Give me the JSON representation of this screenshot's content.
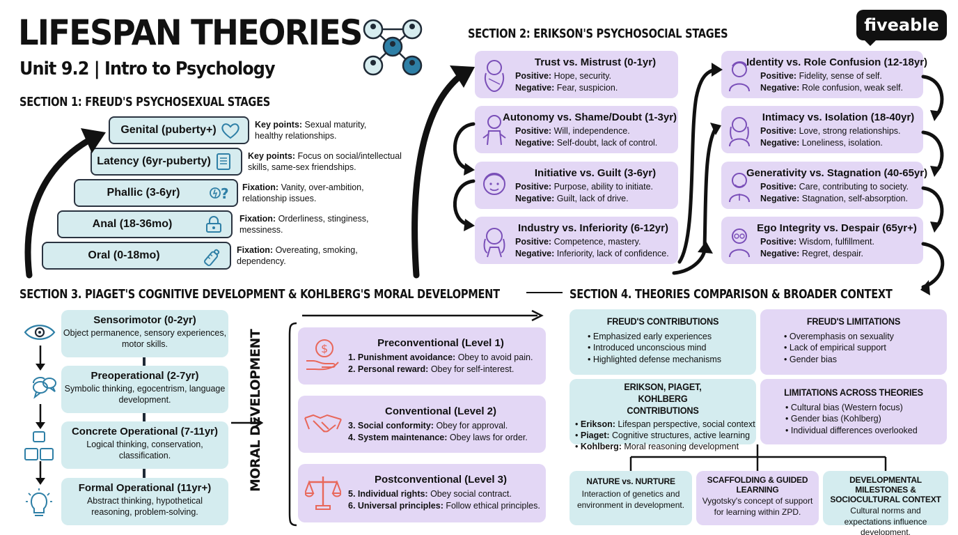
{
  "header": {
    "title": "LIFESPAN THEORIES",
    "subtitle": "Unit 9.2 | Intro to Psychology",
    "brand": "fiveable"
  },
  "freud": {
    "section_title": "SECTION 1: FREUD'S PSYCHOSEXUAL STAGES",
    "stages": [
      {
        "label": "Genital (puberty+)",
        "note_key": "Key points:",
        "note_text": "Sexual maturity, healthy relationships.",
        "icon": "heart-icon"
      },
      {
        "label": "Latency (6yr-puberty)",
        "note_key": "Key points:",
        "note_text": "Focus on social/intellectual skills, same-sex friendships.",
        "icon": "book-icon"
      },
      {
        "label": "Phallic (3-6yr)",
        "note_key": "Fixation:",
        "note_text": "Vanity, over-ambition, relationship issues.",
        "icon": "question-icon"
      },
      {
        "label": "Anal (18-36mo)",
        "note_key": "Fixation:",
        "note_text": "Orderliness, stinginess, messiness.",
        "icon": "lock-icon"
      },
      {
        "label": "Oral (0-18mo)",
        "note_key": "Fixation:",
        "note_text": "Overeating, smoking, dependency.",
        "icon": "bottle-icon"
      }
    ]
  },
  "erikson": {
    "section_title": "SECTION 2: ERIKSON'S PSYCHOSOCIAL STAGES",
    "pos_label": "Positive:",
    "neg_label": "Negative:",
    "left": [
      {
        "title": "Trust vs. Mistrust (0-1yr)",
        "positive": "Hope, security.",
        "negative": "Fear, suspicion."
      },
      {
        "title": "Autonomy vs. Shame/Doubt (1-3yr)",
        "positive": "Will, independence.",
        "negative": "Self-doubt, lack of control."
      },
      {
        "title": "Initiative vs. Guilt (3-6yr)",
        "positive": "Purpose, ability to initiate.",
        "negative": "Guilt, lack of drive."
      },
      {
        "title": "Industry vs. Inferiority (6-12yr)",
        "positive": "Competence, mastery.",
        "negative": "Inferiority, lack of confidence."
      }
    ],
    "right": [
      {
        "title": "Identity vs. Role Confusion (12-18yr)",
        "positive": "Fidelity, sense of self.",
        "negative": "Role confusion, weak self."
      },
      {
        "title": "Intimacy vs. Isolation (18-40yr)",
        "positive": "Love, strong relationships.",
        "negative": "Loneliness, isolation."
      },
      {
        "title": "Generativity vs. Stagnation (40-65yr)",
        "positive": "Care, contributing to society.",
        "negative": "Stagnation, self-absorption."
      },
      {
        "title": "Ego Integrity vs. Despair (65yr+)",
        "positive": "Wisdom, fulfillment.",
        "negative": "Regret, despair."
      }
    ]
  },
  "piaget": {
    "section_title": "SECTION 3. PIAGET'S COGNITIVE DEVELOPMENT & KOHLBERG'S MORAL DEVELOPMENT",
    "stages": [
      {
        "title": "Sensorimotor (0-2yr)",
        "desc": "Object permanence, sensory experiences, motor skills."
      },
      {
        "title": "Preoperational (2-7yr)",
        "desc": "Symbolic thinking, egocentrism, language development."
      },
      {
        "title": "Concrete Operational (7-11yr)",
        "desc": "Logical thinking, conservation, classification."
      },
      {
        "title": "Formal Operational (11yr+)",
        "desc": "Abstract thinking, hypothetical reasoning, problem-solving."
      }
    ]
  },
  "kohlberg": {
    "vertical_label": "MORAL DEVELOPMENT",
    "levels": [
      {
        "title": "Preconventional (Level 1)",
        "items": [
          {
            "key": "1. Punishment avoidance:",
            "text": "Obey to avoid pain."
          },
          {
            "key": "2. Personal reward:",
            "text": "Obey for self-interest."
          }
        ]
      },
      {
        "title": "Conventional (Level 2)",
        "items": [
          {
            "key": "3. Social conformity:",
            "text": "Obey for approval."
          },
          {
            "key": "4. System maintenance:",
            "text": "Obey laws for order."
          }
        ]
      },
      {
        "title": "Postconventional (Level 3)",
        "items": [
          {
            "key": "5. Individual rights:",
            "text": "Obey social contract."
          },
          {
            "key": "6. Universal principles:",
            "text": "Follow ethical principles."
          }
        ]
      }
    ]
  },
  "comparison": {
    "section_title": "SECTION 4. THEORIES COMPARISON & BROADER CONTEXT",
    "freud_contrib": {
      "title": "FREUD'S CONTRIBUTIONS",
      "items": [
        "Emphasized early experiences",
        "Introduced unconscious mind",
        "Highlighted defense mechanisms"
      ]
    },
    "freud_limits": {
      "title": "FREUD'S LIMITATIONS",
      "items": [
        "Overemphasis on sexuality",
        "Lack of empirical support",
        "Gender bias"
      ]
    },
    "epk": {
      "title": "ERIKSON, PIAGET, KOHLBERG CONTRIBUTIONS",
      "items": [
        {
          "key": "Erikson:",
          "text": "Lifespan perspective, social context"
        },
        {
          "key": "Piaget:",
          "text": "Cognitive structures, active learning"
        },
        {
          "key": "Kohlberg:",
          "text": "Moral reasoning development"
        }
      ]
    },
    "limits_all": {
      "title": "LIMITATIONS ACROSS THEORIES",
      "items": [
        "Cultural bias (Western focus)",
        "Gender bias (Kohlberg)",
        "Individual differences overlooked"
      ]
    },
    "bottom": [
      {
        "title": "NATURE vs. NURTURE",
        "desc": "Interaction of genetics and environment in development."
      },
      {
        "title": "SCAFFOLDING & GUIDED LEARNING",
        "desc": "Vygotsky's concept of support for learning within ZPD."
      },
      {
        "title": "DEVELOPMENTAL MILESTONES & SOCIOCULTURAL CONTEXT",
        "desc": "Cultural norms and expectations influence development."
      }
    ]
  },
  "colors": {
    "teal": "#d6ecef",
    "lavender": "#e3d7f5",
    "ink": "#111111",
    "accent_red": "#e8675a",
    "accent_blue": "#2e7fa6"
  }
}
